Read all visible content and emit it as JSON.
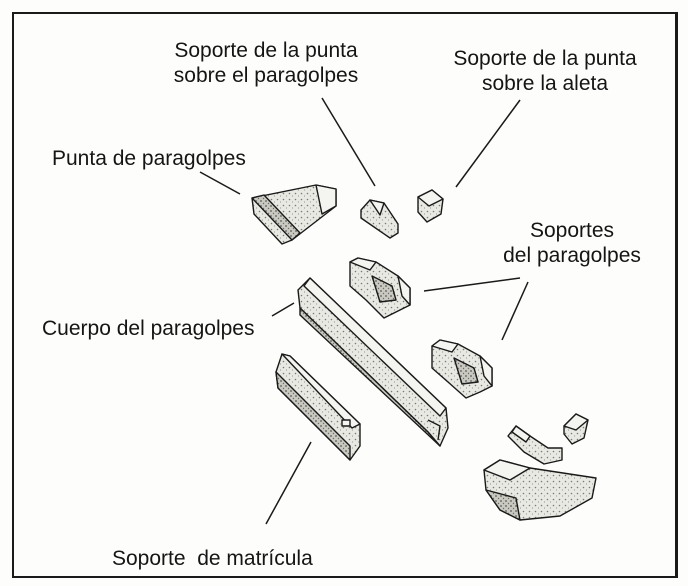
{
  "diagram": {
    "labels": {
      "soporte_punta_paragolpes": [
        "Soporte de la punta",
        "sobre el paragolpes"
      ],
      "soporte_punta_aleta": [
        "Soporte de la punta",
        "sobre la aleta"
      ],
      "punta_paragolpes": "Punta de paragolpes",
      "soportes_paragolpes": [
        "Soportes",
        "del paragolpes"
      ],
      "cuerpo_paragolpes": "Cuerpo del paragolpes",
      "soporte_matricula": "Soporte  de matrícula"
    },
    "colors": {
      "ink": "#1a1a1a",
      "paper": "#fdfdfb",
      "shade": "#bdbdb6"
    }
  }
}
